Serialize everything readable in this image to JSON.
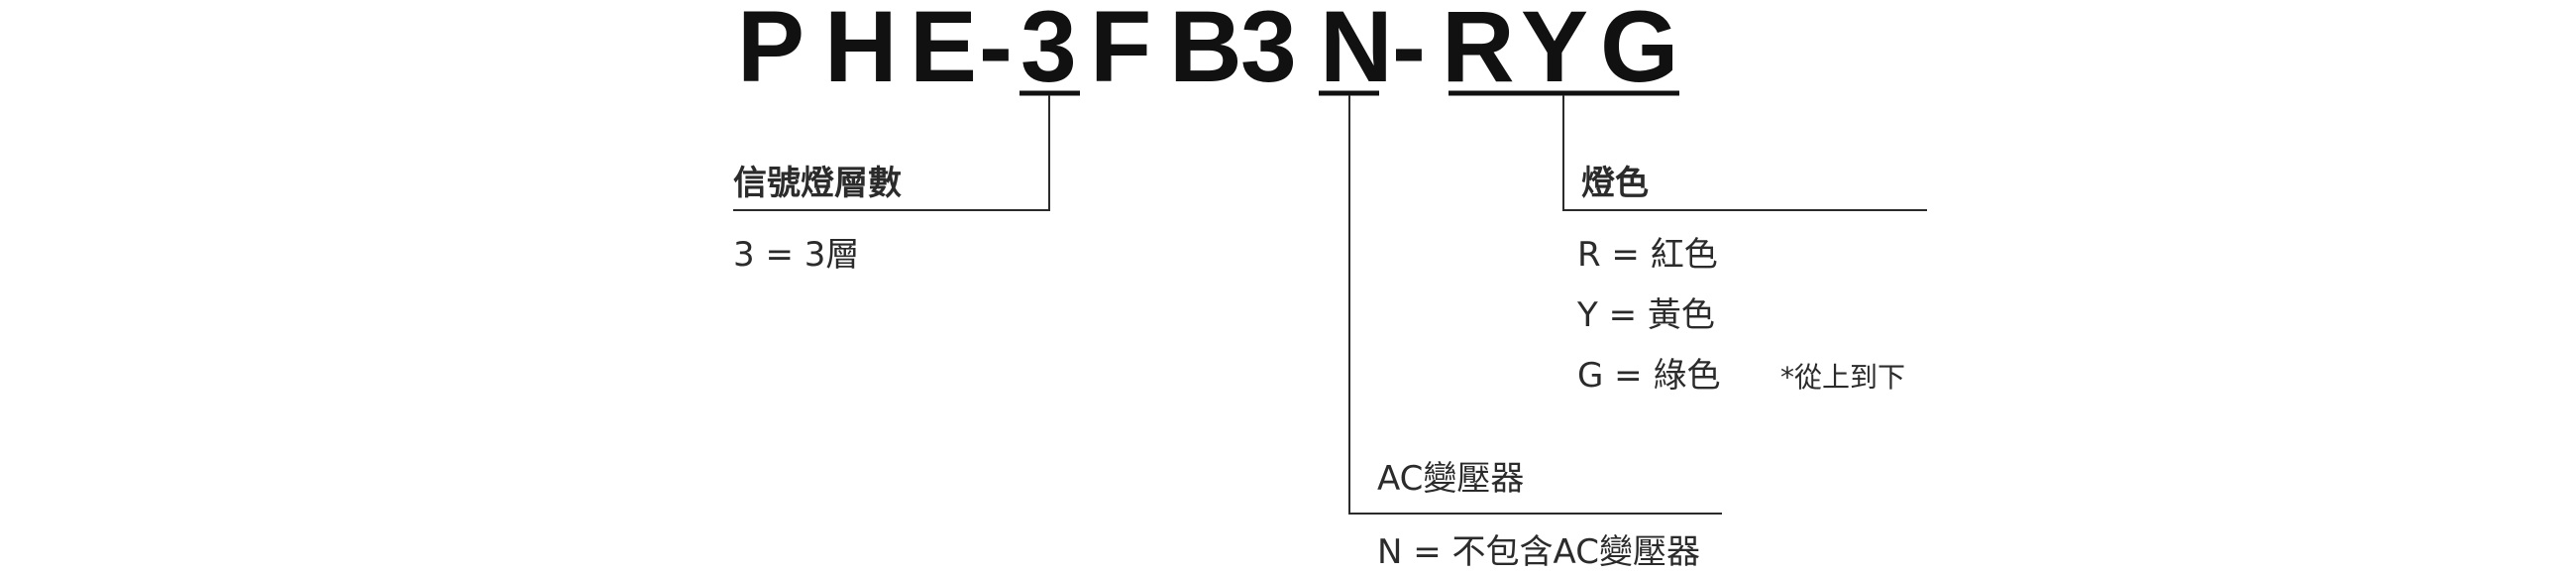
{
  "model": {
    "chars": [
      "P",
      "H",
      "E",
      "-",
      "3",
      "F",
      "B",
      "3",
      "N",
      "-",
      "R",
      "Y",
      "G"
    ]
  },
  "layers": {
    "heading": "信號燈層數",
    "value": "3 = 3層"
  },
  "colors": {
    "heading": "燈色",
    "items": [
      "R = 紅色",
      "Y = 黃色",
      "G = 綠色"
    ],
    "note": "*從上到下"
  },
  "transformer": {
    "heading": "AC變壓器",
    "value": "N = 不包含AC變壓器"
  }
}
